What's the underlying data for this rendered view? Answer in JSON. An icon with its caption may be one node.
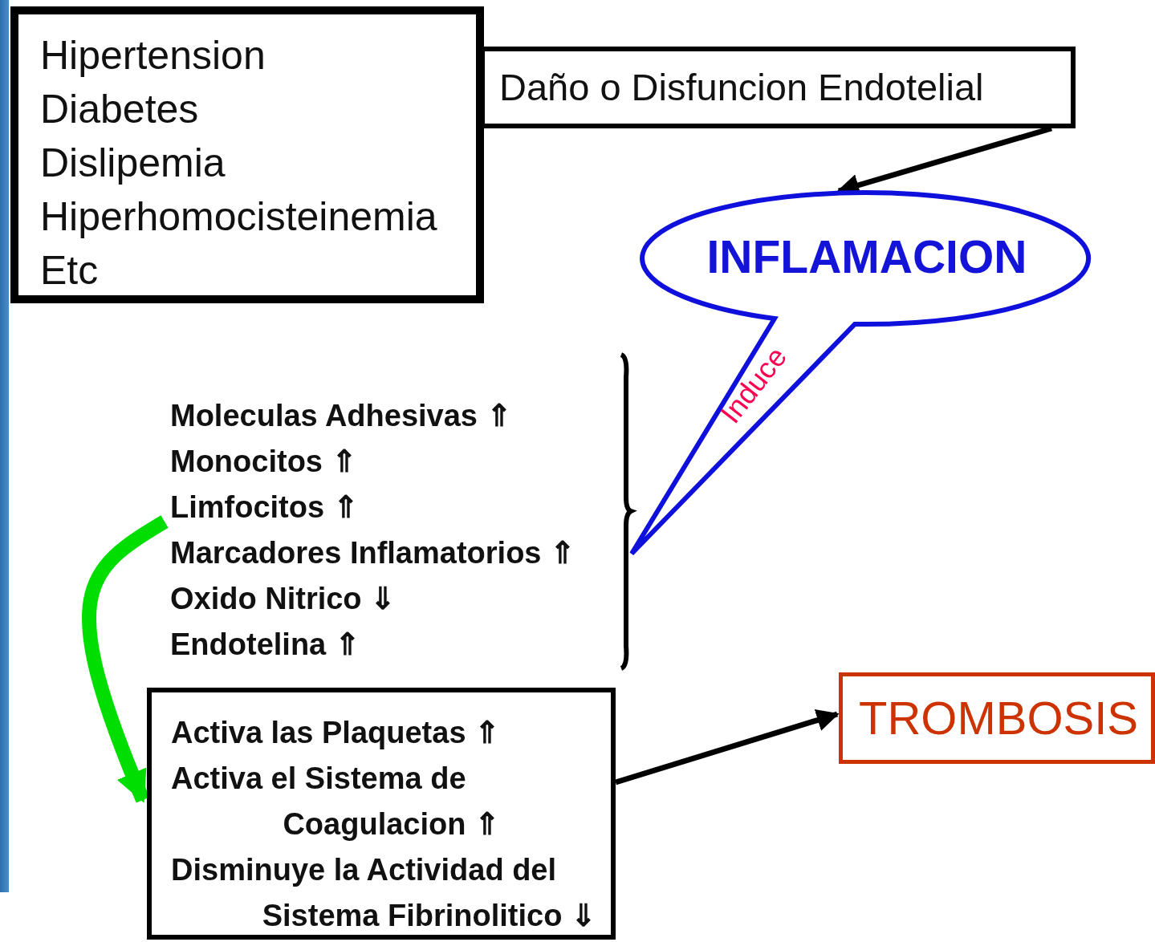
{
  "diagram": {
    "nodes": [
      {
        "text": [
          "Hipertension",
          "Diabetes",
          "Dislipemia",
          "Hiperhomocisteinemia",
          "Etc"
        ]
      },
      {
        "text": [
          "Daño o Disfuncion Endotelial"
        ]
      },
      {
        "text": [
          "INFLAMACION",
          "Induce"
        ]
      },
      {
        "text": [
          "Moleculas Adhesivas ⇑",
          "Monocitos ⇑",
          "Limfocitos ⇑",
          "Marcadores Inflamatorios ⇑",
          "Oxido Nitrico ⇓",
          "Endotelina ⇑"
        ]
      },
      {
        "text": [
          "Activa las Plaquetas ⇑",
          "Activa el Sistema de Coagulacion ⇑",
          "Disminuye la Actividad del Sistema Fibrinolitico ⇓"
        ]
      },
      {
        "text": [
          "TROMBOSIS"
        ]
      }
    ],
    "edges": [
      {
        "from": 1,
        "to": 2,
        "arrow": "to"
      },
      {
        "from": 3,
        "to": 4,
        "arrow": "to",
        "style": "thick",
        "color": "#00dd00"
      },
      {
        "from": 4,
        "to": 5,
        "arrow": "to"
      }
    ]
  }
}
